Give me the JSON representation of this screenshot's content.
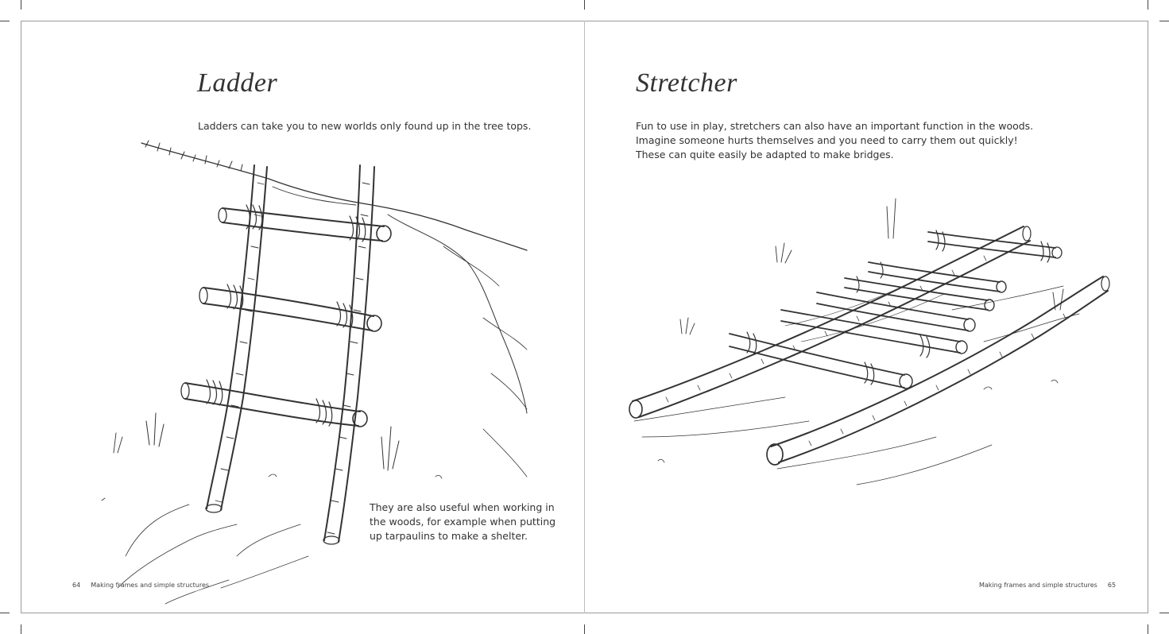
{
  "spread": {
    "left_page": {
      "heading": "Ladder",
      "intro": "Ladders can take you to new worlds only found up in the tree tops.",
      "caption_lines": [
        "They are also useful when working in",
        "the woods, for example when putting",
        "up tarpaulins to make a shelter."
      ],
      "folio_number": "64",
      "folio_section": "Making frames and simple structures",
      "illustration_icon": "ladder-illustration"
    },
    "right_page": {
      "heading": "Stretcher",
      "intro_lines": [
        "Fun to use in play, stretchers can also have an important function in the woods.",
        "Imagine someone hurts themselves and you need to carry them out quickly!",
        "These can quite easily be adapted to make bridges."
      ],
      "folio_section": "Making frames and simple structures",
      "folio_number": "65",
      "illustration_icon": "stretcher-illustration"
    }
  }
}
